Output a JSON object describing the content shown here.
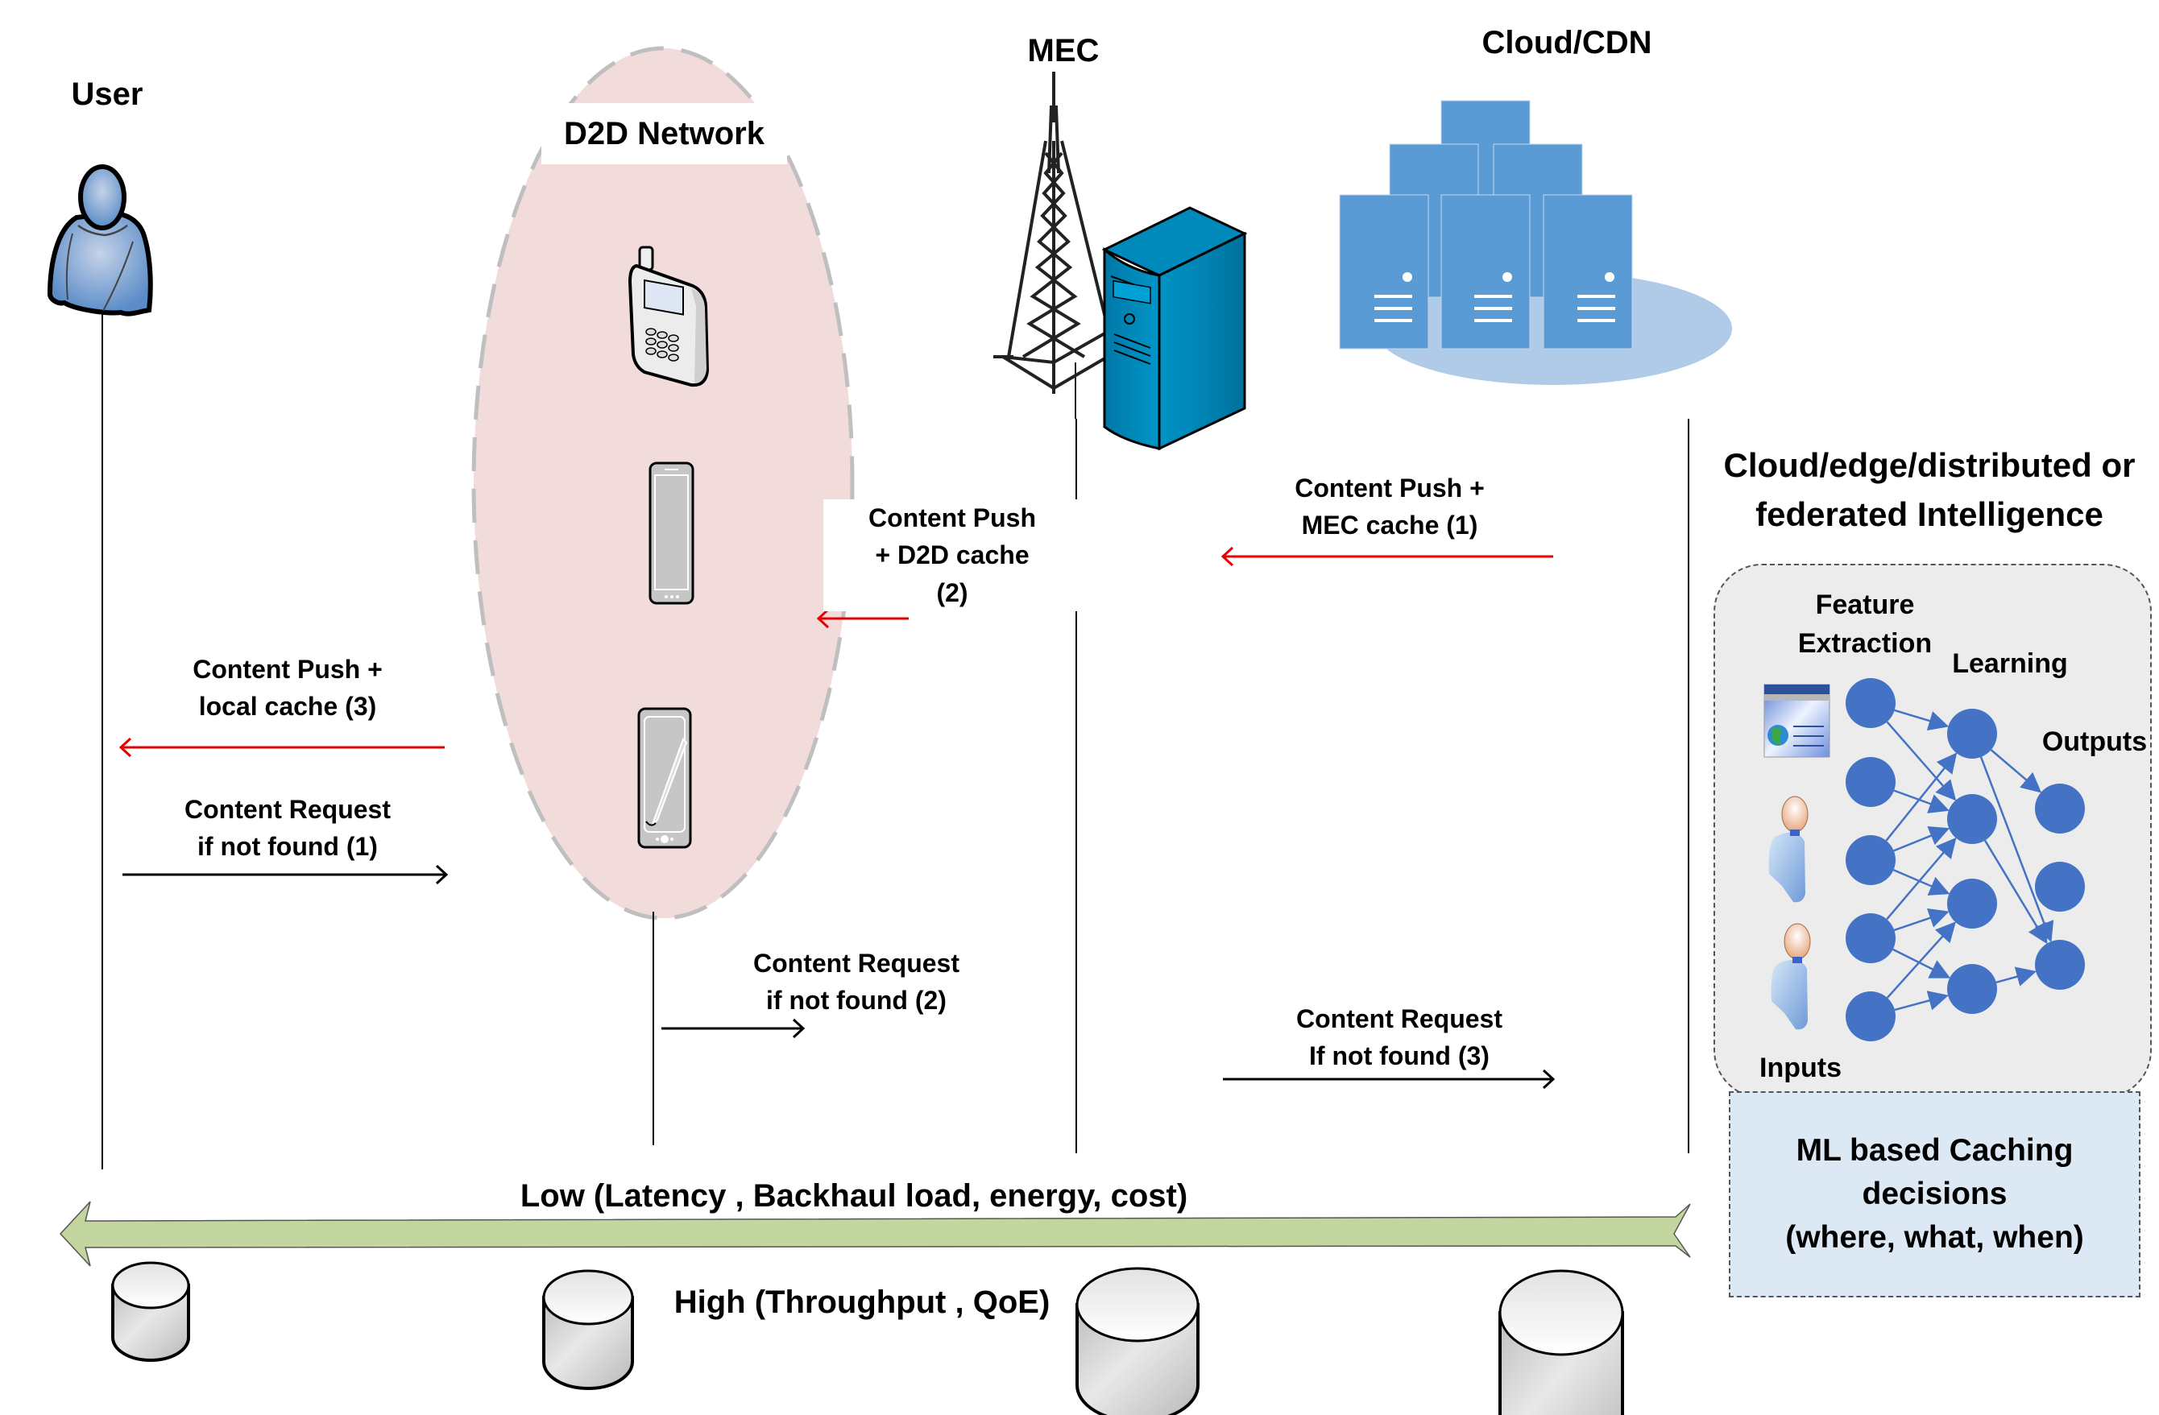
{
  "diagram": {
    "title": "Content caching hierarchy with ML-based caching decisions",
    "colors": {
      "d2d_region": "#f2dcdb",
      "push_arrow": "#e60000",
      "request_arrow": "#000000",
      "scale_arrow": "#c4d6a0",
      "neural_node": "#4472c4",
      "ml_panel": "#ececec",
      "decision_panel": "#dde8f5",
      "cloud_server": "#5b9bd5",
      "cloud_base": "#afcbe7",
      "mec_server": "#0088b8"
    }
  },
  "entities": {
    "user": {
      "label": "User",
      "icon": "user-icon"
    },
    "d2d": {
      "label": "D2D Network",
      "devices": [
        "feature-phone-icon",
        "smartphone-icon",
        "stylus-smartphone-icon"
      ]
    },
    "mec": {
      "label": "MEC",
      "icons": [
        "cell-tower-icon",
        "server-tower-icon"
      ]
    },
    "cloud": {
      "label": "Cloud/CDN",
      "icon": "server-cluster-icon",
      "server_count": 6
    }
  },
  "messages": {
    "push_local": {
      "line1": "Content Push +",
      "line2": "local cache (3)",
      "direction": "left",
      "type": "push"
    },
    "request_1": {
      "line1": "Content Request",
      "line2": "if not found (1)",
      "direction": "right",
      "type": "request"
    },
    "push_d2d": {
      "line1": "Content Push",
      "line2": "+ D2D cache",
      "line3": "(2)",
      "direction": "left",
      "type": "push"
    },
    "request_2": {
      "line1": "Content Request",
      "line2": "if not found (2)",
      "direction": "right",
      "type": "request"
    },
    "push_mec": {
      "line1": "Content Push +",
      "line2": "MEC cache (1)",
      "direction": "left",
      "type": "push"
    },
    "request_3": {
      "line1": "Content Request",
      "line2": "If not found (3)",
      "direction": "right",
      "type": "request"
    }
  },
  "intelligence": {
    "title_line1": "Cloud/edge/distributed or",
    "title_line2": "federated Intelligence",
    "feature_line1": "Feature",
    "feature_line2": "Extraction",
    "learning": "Learning",
    "outputs": "Outputs",
    "inputs": "Inputs",
    "input_icons": [
      "web-page-icon",
      "person-icon",
      "person-icon"
    ],
    "network": {
      "layers": [
        5,
        4,
        3
      ]
    }
  },
  "decision": {
    "line1": "ML based Caching",
    "line2": "decisions",
    "line3": "(where, what, when)"
  },
  "scale": {
    "low_label": "Low (Latency , Backhaul load, energy, cost)",
    "high_label": "High (Throughput , QoE)",
    "cache_levels": [
      "user-cache",
      "d2d-cache",
      "mec-cache",
      "cloud-cache"
    ]
  }
}
